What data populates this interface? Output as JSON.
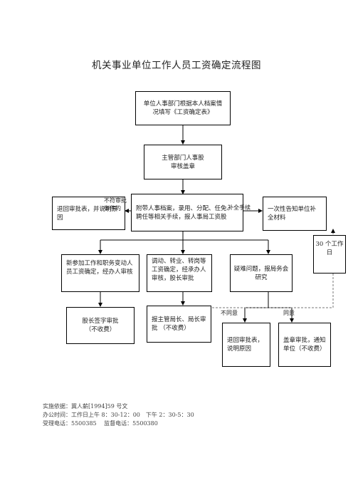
{
  "title": "机关事业单位工作人员工资确定流程图",
  "nodes": {
    "start": "单位人事部门根据本人档案情况填写《工资确定表》",
    "dept_review": "主管部门人事股审核盖章",
    "submit": "附带人事档案，录用、分配、任免、聘任等相关手续，报人事局工资股",
    "reject_left": "退回审批表，并说明原因",
    "notify_supplement": "一次性告知单位补全材料",
    "thirty_days": "30 个工作日",
    "new_staff": "新参加工作和职务变动人员工资确定，经办人审核",
    "transfer": "调动、转业、转岗等工资确定，经承办人审核，股长审批",
    "difficult": "疑难问题，报局务会研究",
    "chief_sign": "股长签字审批（不收费）",
    "director": "报主管局长、局长审批 （不收费）",
    "reject_bottom": "退回审批表，说明原因",
    "approve_stamp": "盖章审批，通知单位（不收费）"
  },
  "edge_labels": {
    "not_meet": "不符审批条件的",
    "supplement": "补全手续",
    "disagree": "不同意",
    "agree": "同意"
  },
  "footer": {
    "basis": "实施依据：冀人薪[1994]59 号文",
    "hours": "办公时间：工作日上午 8：30-12：00　下午 2：30-5：30",
    "phones": "受理电话：5500385　 监督电话：5500380"
  }
}
